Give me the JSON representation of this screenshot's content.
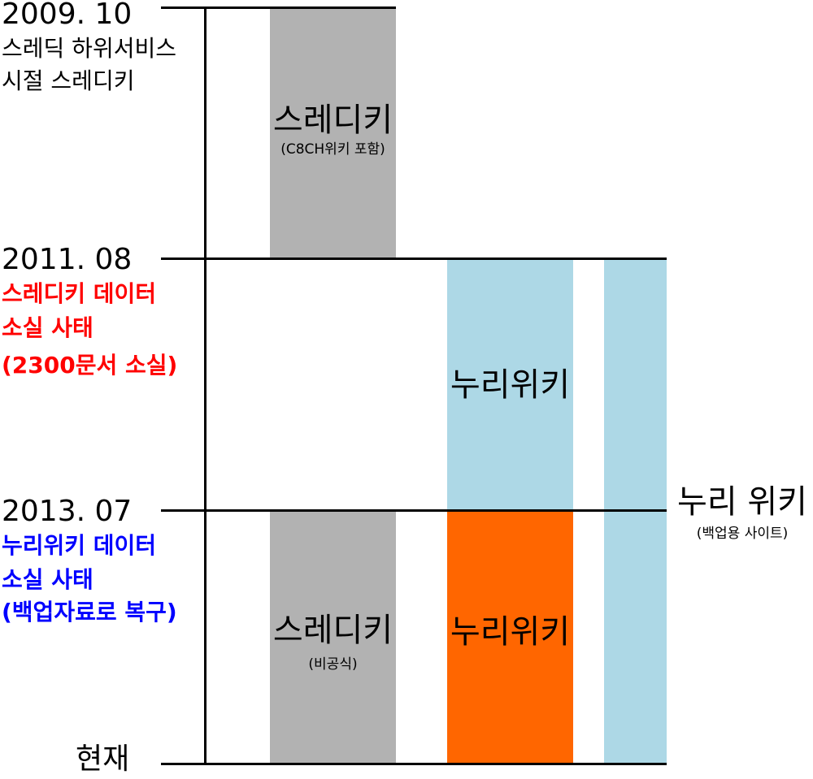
{
  "colors": {
    "gray": "#b2b2b2",
    "blue": "#add8e6",
    "orange": "#ff6600",
    "red": "#ff0000",
    "navy": "#0000ff",
    "black": "#000000"
  },
  "timeline": {
    "date_2009": "2009. 10",
    "note_2009_line1": "스레딕 하위서비스",
    "note_2009_line2": "시절 스레디키",
    "date_2011": "2011. 08",
    "note_2011_line1": "스레디키 데이터",
    "note_2011_line2": "소실 사태",
    "note_2011_line3": "(2300문서 소실)",
    "date_2013": "2013. 07",
    "note_2013_line1": "누리위키 데이터",
    "note_2013_line2": "소실 사태",
    "note_2013_line3": "(백업자료로 복구)",
    "now": "현재"
  },
  "blocks": {
    "threadiki_early_title": "스레디키",
    "threadiki_early_sub": "(C8CH위키 포함)",
    "nuriwiki_blue_title": "누리위키",
    "threadiki_late_title": "스레디키",
    "threadiki_late_sub": "(비공식)",
    "nuriwiki_orange_title": "누리위키"
  },
  "backup": {
    "title": "누리 위키",
    "sub": "(백업용 사이트)"
  }
}
